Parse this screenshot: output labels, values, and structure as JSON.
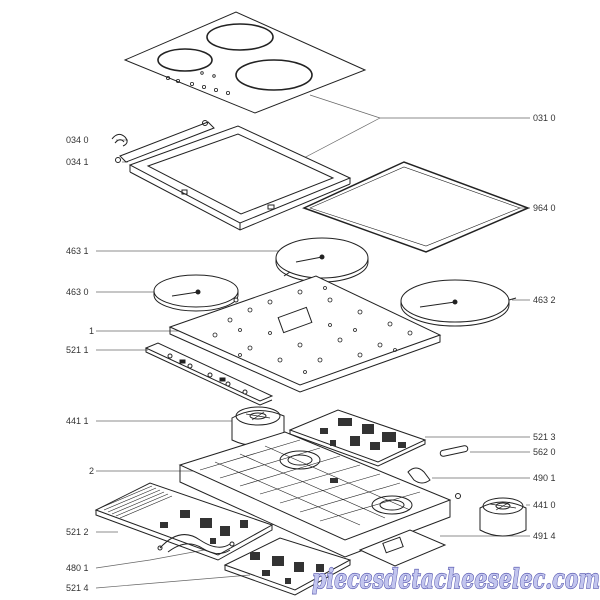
{
  "labels": {
    "l0310": "031 0",
    "l0340": "034 0",
    "l0341": "034 1",
    "l9640": "964 0",
    "l4631": "463 1",
    "l4630": "463 0",
    "l4632": "463 2",
    "l1": "1",
    "l5211": "521 1",
    "l4411": "441 1",
    "l5213": "521 3",
    "l5620": "562 0",
    "l2": "2",
    "l4901": "490 1",
    "l4410": "441 0",
    "l5212": "521 2",
    "l4914": "491 4",
    "l4801": "480 1",
    "l5214": "521 4"
  },
  "watermark": {
    "text": "piecesdetacheeselec.com",
    "fill_color": "#c2c5ee",
    "outline_color": "#4a4aa8"
  },
  "colors": {
    "line": "#222222",
    "leader": "#666666"
  }
}
